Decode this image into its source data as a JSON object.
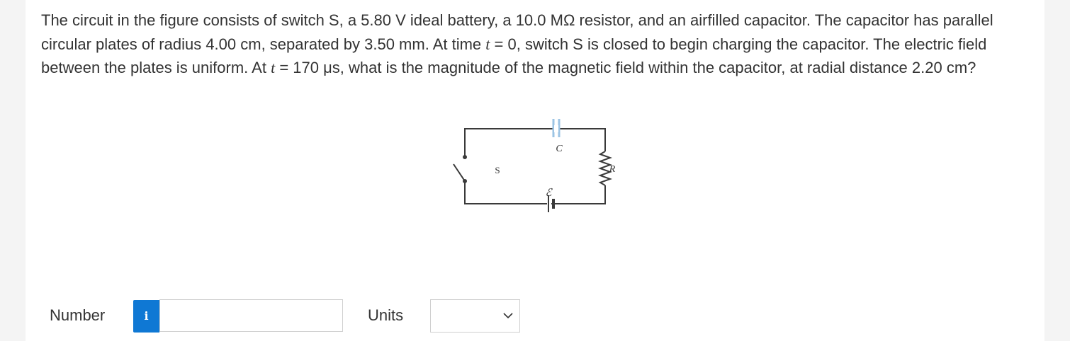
{
  "question": {
    "part1": "The circuit in the figure consists of switch S, a 5.80 V ideal battery, a 10.0 MΩ resistor, and an airfilled capacitor. The capacitor has parallel circular plates of radius 4.00 cm, separated by 3.50 mm. At time ",
    "t1": "t",
    "part2": " = 0, switch S is closed to begin charging the capacitor. The electric field between the plates is uniform. At ",
    "t2": "t",
    "part3": " = 170 μs, what is the magnitude of the magnetic field within the capacitor, at radial distance 2.20 cm?"
  },
  "figure": {
    "label_capacitor": "C",
    "label_switch": "S",
    "label_resistor": "R",
    "label_emf": "ℰ"
  },
  "answer": {
    "number_label": "Number",
    "info_button": "i",
    "number_value": "",
    "units_label": "Units",
    "units_value": ""
  },
  "colors": {
    "text": "#333333",
    "info_blue": "#0f78d4",
    "capacitor_plate": "#9cc4e4",
    "wire": "#3a3a3a"
  }
}
